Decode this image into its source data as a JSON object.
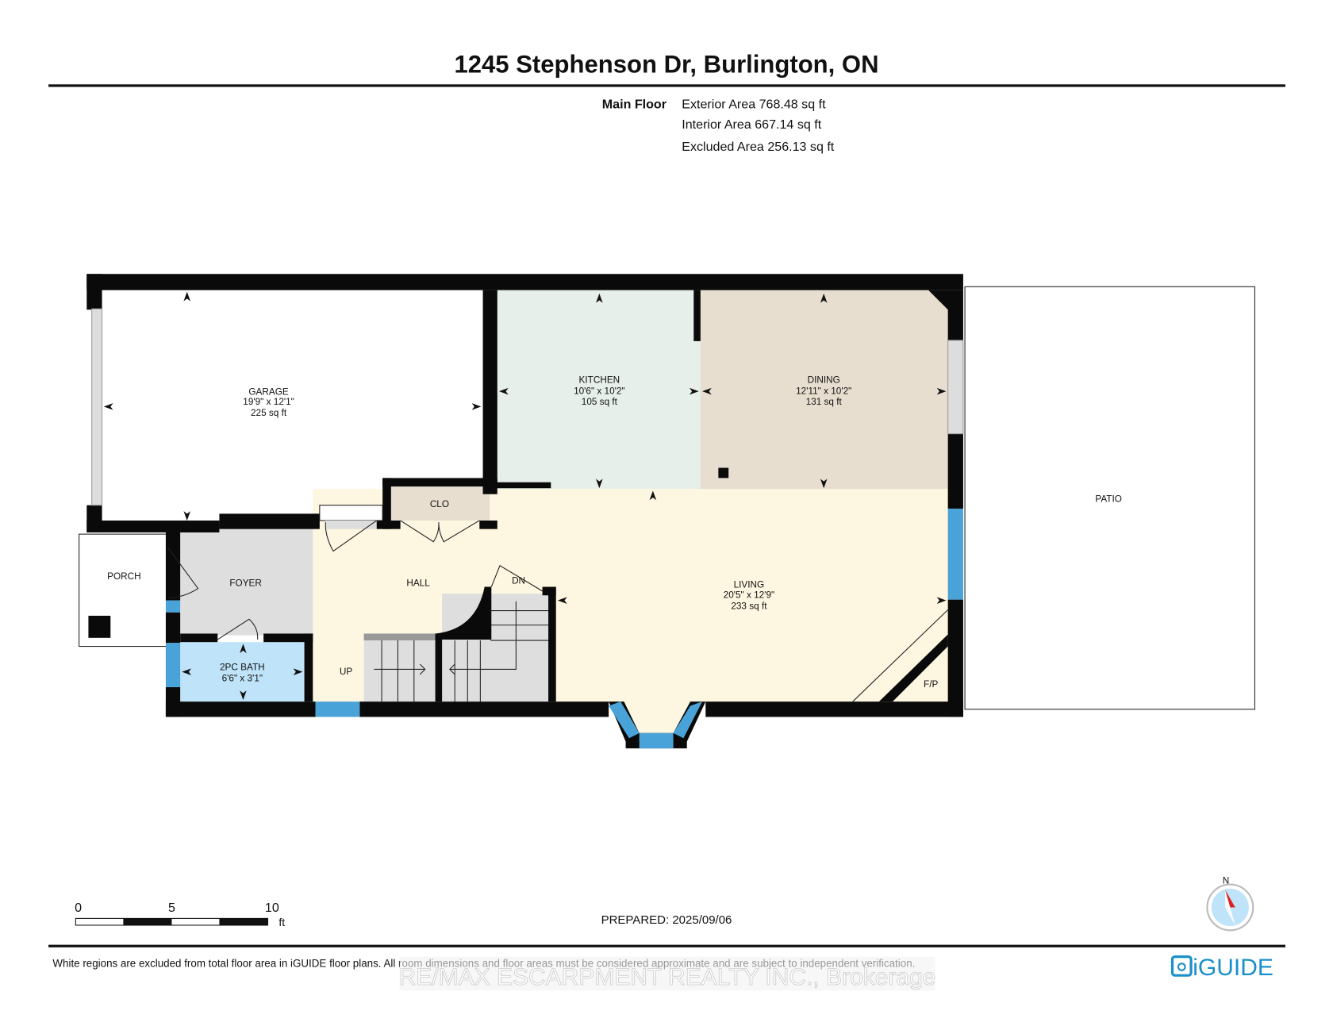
{
  "header": {
    "title": "1245 Stephenson Dr, Burlington, ON",
    "floor_label": "Main Floor",
    "areas": [
      "Exterior Area 768.48 sq ft",
      "Interior Area 667.14 sq ft",
      "Excluded Area 256.13 sq ft"
    ]
  },
  "rooms": {
    "garage": {
      "name": "GARAGE",
      "dims": "19'9\" x 12'1\"",
      "area": "225 sq ft"
    },
    "kitchen": {
      "name": "KITCHEN",
      "dims": "10'6\" x 10'2\"",
      "area": "105 sq ft"
    },
    "dining": {
      "name": "DINING",
      "dims": "12'11\" x 10'2\"",
      "area": "131 sq ft"
    },
    "living": {
      "name": "LIVING",
      "dims": "20'5\" x 12'9\"",
      "area": "233 sq ft"
    },
    "bath": {
      "name": "2PC BATH",
      "dims": "6'6\" x 3'1\""
    },
    "clo": "CLO",
    "porch": "PORCH",
    "foyer": "FOYER",
    "hall": "HALL",
    "patio": "PATIO",
    "up": "UP",
    "dn": "DN",
    "fp": "F/P"
  },
  "colors": {
    "kitchen": "#e6efea",
    "dining": "#e8ded0",
    "living": "#fdf6e0",
    "foyer": "#dedede",
    "bath": "#bfe3f8",
    "window": "#4aa3d8"
  },
  "scale": {
    "ticks": [
      "0",
      "5",
      "10"
    ],
    "unit": "ft"
  },
  "prepared": "PREPARED: 2025/09/06",
  "compass": "N",
  "footer": {
    "disclaimer": "White regions are excluded from total floor area in iGUIDE floor plans. All room dimensions and floor areas must be considered approximate and are subject to independent verification.",
    "watermark": "RE/MAX ESCARPMENT REALTY INC., Brokerage",
    "logo": "iGUIDE"
  }
}
